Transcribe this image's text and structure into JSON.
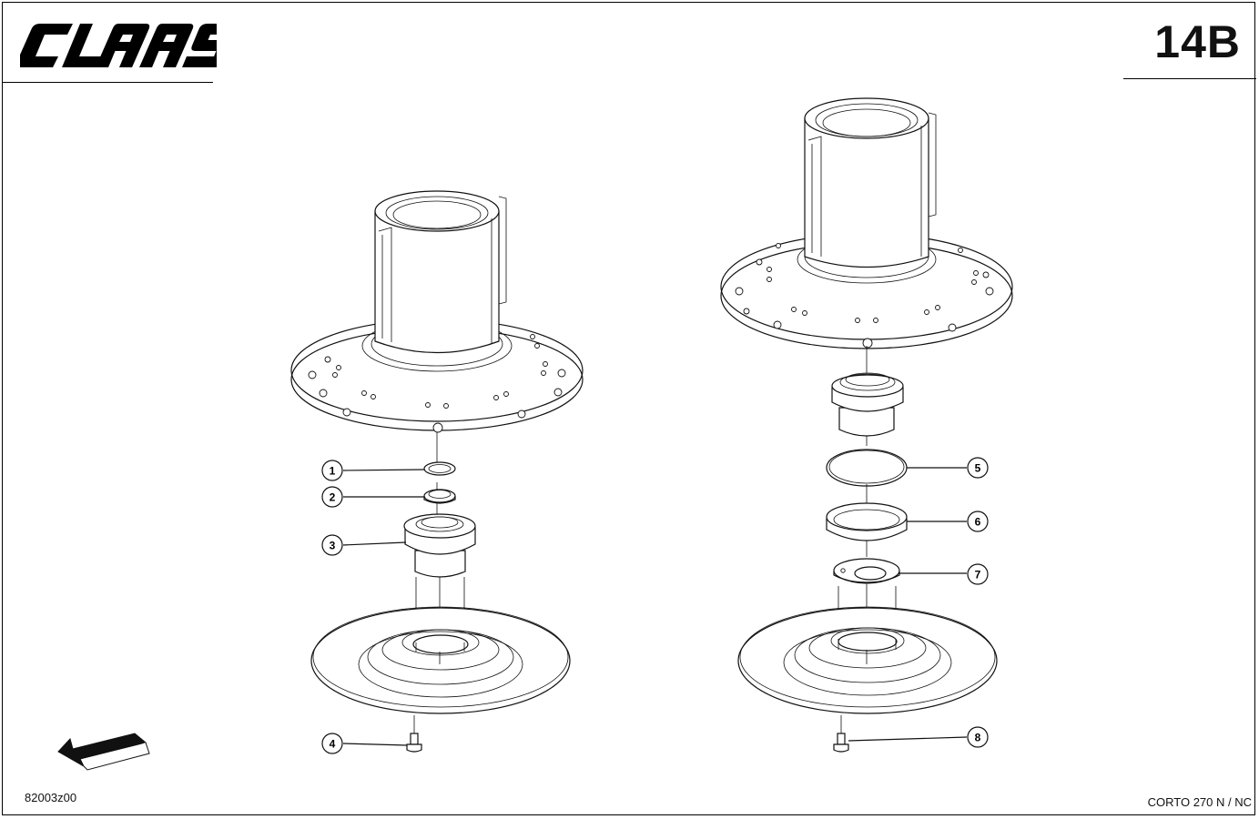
{
  "header": {
    "brand": "CLAAS",
    "page_number": "14B"
  },
  "footer": {
    "drawing_code": "82003z00",
    "model": "CORTO 270 N / NC"
  },
  "callouts": [
    "1",
    "2",
    "3",
    "4",
    "5",
    "6",
    "7",
    "8"
  ],
  "icons": {
    "direction_arrow": "arrow-down-left-icon",
    "logo": "claas-logo"
  },
  "colors": {
    "ink": "#111111",
    "paper": "#ffffff"
  }
}
